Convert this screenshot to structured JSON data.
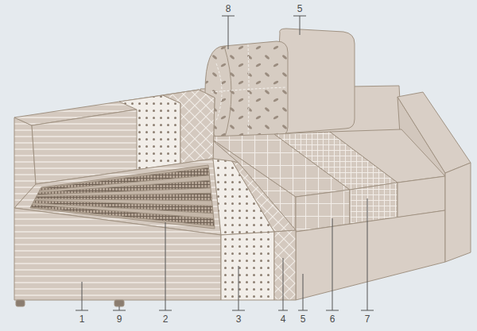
{
  "diagram": {
    "labels": [
      "8",
      "5",
      "1",
      "9",
      "2",
      "3",
      "4",
      "5",
      "6",
      "7"
    ]
  }
}
